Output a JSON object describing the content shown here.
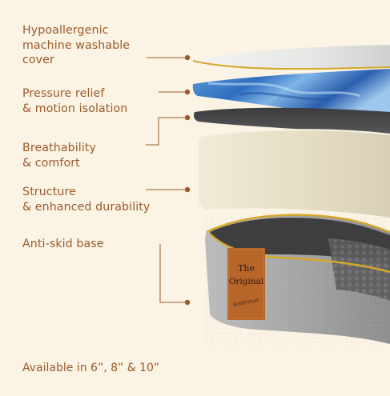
{
  "features": [
    {
      "id": "cover",
      "label": "Hypoallergenic\nmachine washable\ncover"
    },
    {
      "id": "pressure",
      "label": "Pressure relief\n& motion isolation"
    },
    {
      "id": "breath",
      "label": "Breathability\n& comfort"
    },
    {
      "id": "structure",
      "label": "Structure\n& enhanced durability"
    },
    {
      "id": "base",
      "label": "Anti-skid base"
    }
  ],
  "tag": {
    "line1": "The",
    "line2": "Original",
    "brand": "SLEEPYCAT"
  },
  "availability": "Available in 6”, 8” & 10”",
  "colors": {
    "background": "#fbf3e4",
    "text": "#9a5a2a",
    "accent_yellow": "#d4a82a",
    "tag": "#b8652a",
    "foam_blue": "#3f7fc4",
    "foam_grey": "#4a4a4c",
    "foam_cream": "#e9e3cc",
    "fabric_grey": "#a9a9a9"
  }
}
